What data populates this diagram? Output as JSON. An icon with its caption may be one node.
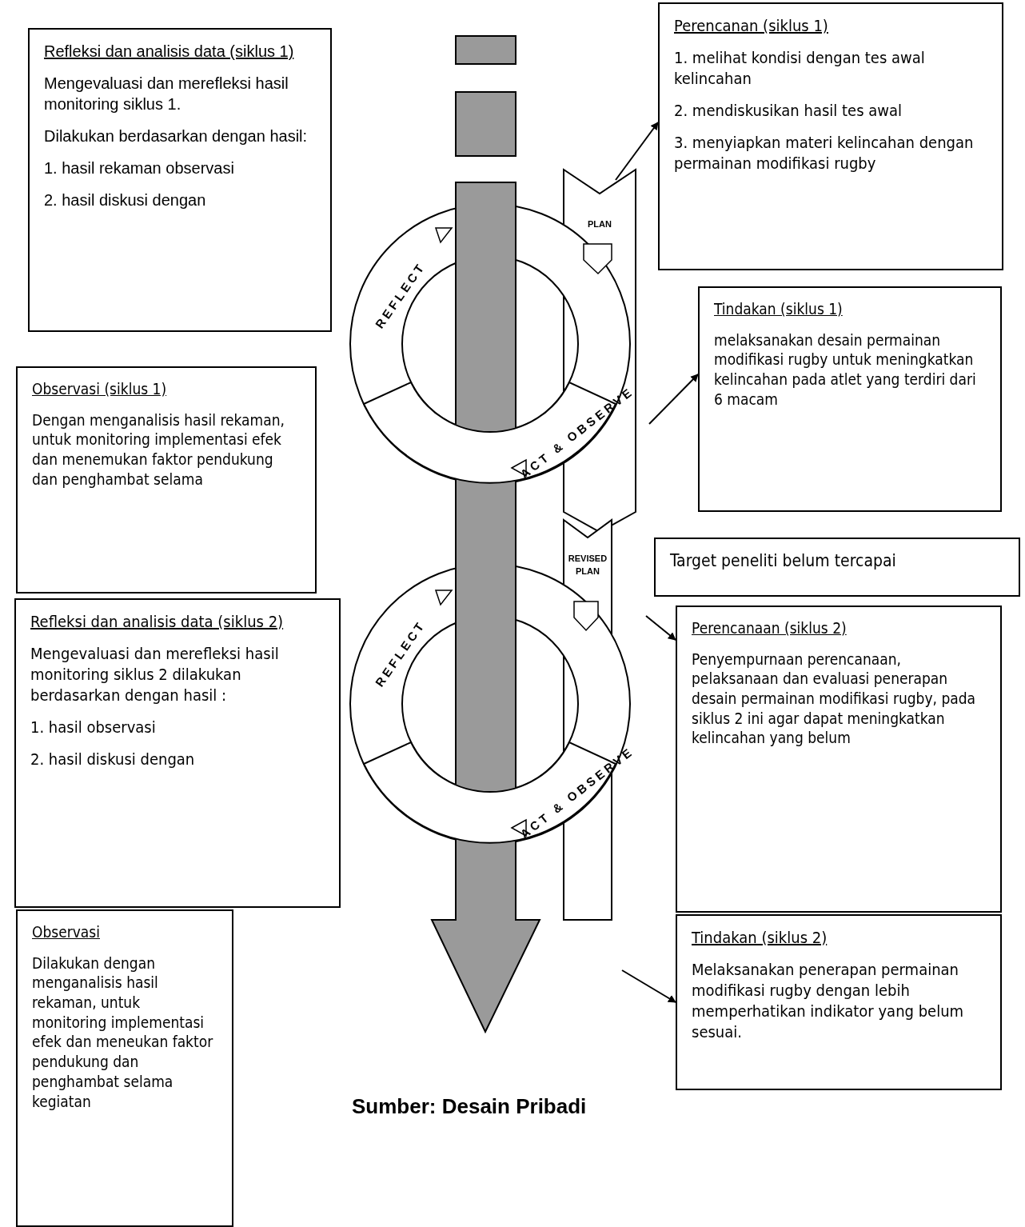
{
  "diagram": {
    "caption": "Sumber: Desain Pribadi",
    "nodes": [
      {
        "text": [
          "Refleksi dan analisis data (siklus 1)",
          "Mengevaluasi dan merefleksi hasil monitoring siklus 1.",
          "Dilakukan berdasarkan dengan hasil:",
          "1. hasil rekaman observasi",
          "2. hasil diskusi dengan"
        ]
      },
      {
        "text": [
          "Perencanan (siklus 1)",
          "1. melihat kondisi dengan tes awal kelincahan",
          "2. mendiskusikan hasil tes awal",
          "3. menyiapkan materi kelincahan dengan permainan modifikasi rugby"
        ]
      },
      {
        "text": [
          "Tindakan (siklus 1)",
          "melaksanakan desain permainan modifikasi rugby untuk meningkatkan kelincahan pada atlet yang terdiri dari 6 macam"
        ]
      },
      {
        "text": [
          "Observasi (siklus 1)",
          "Dengan menganalisis hasil rekaman, untuk monitoring implementasi efek dan menemukan faktor pendukung dan penghambat selama"
        ]
      },
      {
        "text": [
          "Target peneliti belum tercapai"
        ]
      },
      {
        "text": [
          "Refleksi dan analisis data (siklus 2)",
          "Mengevaluasi dan merefleksi hasil monitoring siklus 2 dilakukan berdasarkan dengan hasil :",
          "1. hasil observasi",
          "2. hasil diskusi dengan"
        ]
      },
      {
        "text": [
          "Perencanaan (siklus 2)",
          "Penyempurnaan perencanaan, pelaksanaan dan evaluasi penerapan desain permainan modifikasi rugby, pada siklus 2 ini agar dapat meningkatkan kelincahan yang belum"
        ]
      },
      {
        "text": [
          "Tindakan (siklus 2)",
          "Melaksanakan penerapan permainan modifikasi rugby dengan lebih memperhatikan indikator yang belum sesuai."
        ]
      },
      {
        "text": [
          "Observasi",
          "Dilakukan dengan menganalisis hasil rekaman, untuk monitoring implementasi efek dan meneukan faktor pendukung dan penghambat selama kegiatan"
        ]
      }
    ],
    "edges": [
      {
        "from": null,
        "to": 1,
        "arrow": "to"
      },
      {
        "from": null,
        "to": 2,
        "arrow": "to"
      },
      {
        "from": null,
        "to": 6,
        "arrow": "to"
      },
      {
        "from": null,
        "to": 7,
        "arrow": "to"
      }
    ],
    "labels": [
      "PLAN",
      "REFLECT",
      "ACT & OBSERVE",
      "REVISED PLAN",
      "REFLECT",
      "ACT & OBSERVE"
    ]
  }
}
